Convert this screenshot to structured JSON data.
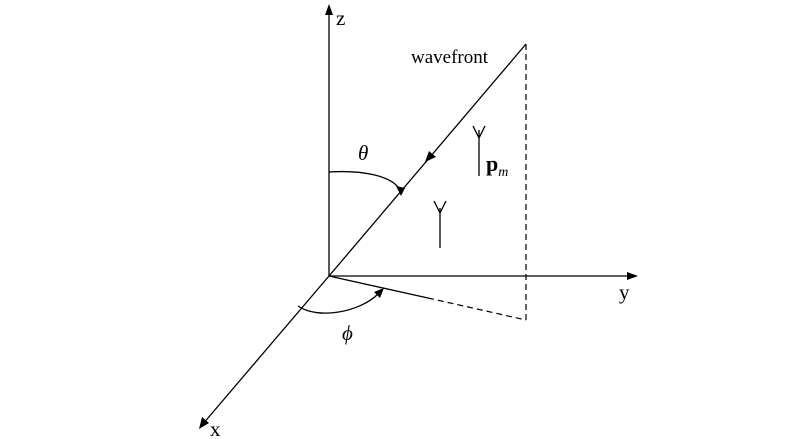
{
  "diagram": {
    "axes": {
      "x": "x",
      "y": "y",
      "z": "z"
    },
    "wavefront_label": "wavefront",
    "theta_label": "θ",
    "phi_label": "ϕ",
    "element_label": {
      "main": "p",
      "sub": "m"
    },
    "icons": [
      "antenna-icon",
      "antenna-icon"
    ]
  }
}
